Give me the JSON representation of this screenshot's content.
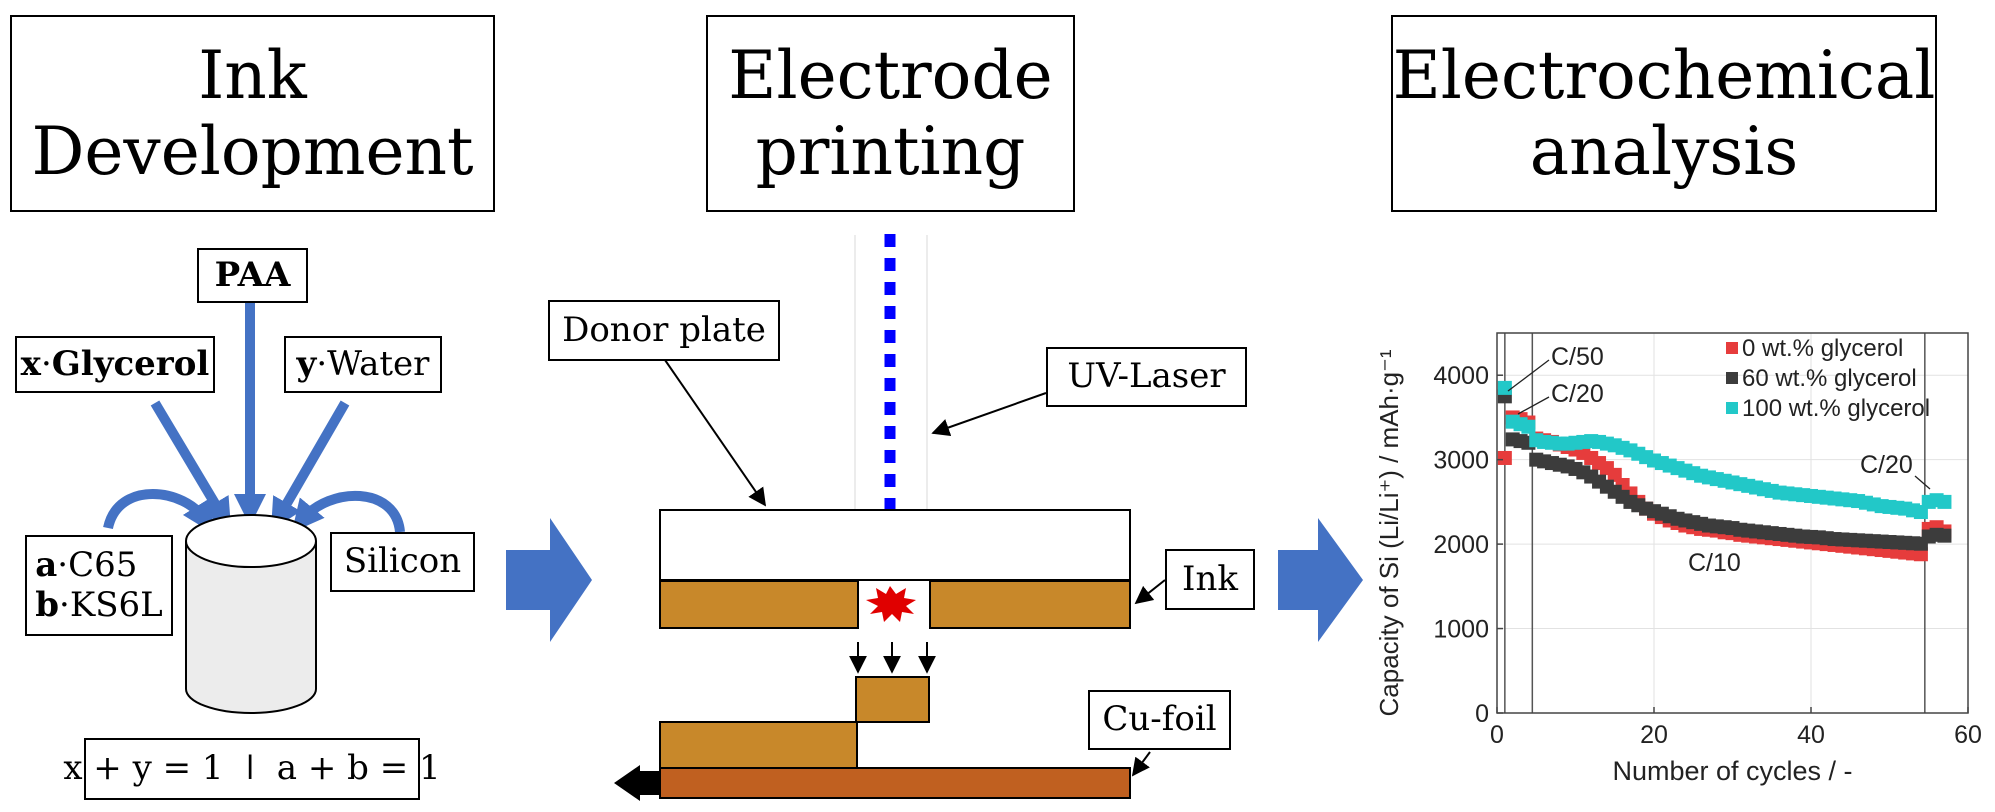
{
  "titles": {
    "ink_development": [
      "Ink",
      "Development"
    ],
    "electrode_printing": [
      "Electrode",
      "printing"
    ],
    "electrochemical_analysis": [
      "Electrochemical",
      "analysis"
    ]
  },
  "ink": {
    "paa": "PAA",
    "glycerol": {
      "var": "x",
      "dot": "·",
      "name": "Glycerol"
    },
    "water": {
      "var": "y",
      "dot": "·",
      "name": "Water"
    },
    "c65": {
      "var": "a",
      "dot": "·",
      "name": "C65"
    },
    "ks6l": {
      "var": "b",
      "dot": "·",
      "name": "KS6L"
    },
    "silicon": "Silicon",
    "equation": "x + y = 1  ǀ  a + b = 1"
  },
  "printing": {
    "donor_plate": "Donor plate",
    "uv_laser": "UV-Laser",
    "ink": "Ink",
    "cu_foil": "Cu-foil"
  },
  "colors": {
    "process_arrow": "#4472c4",
    "ink_fill": "#c8882a",
    "foil_fill": "#c06020",
    "laser": "#0000ff",
    "flash": "#e00000",
    "series_0": "#e63c3c",
    "series_60": "#3c3c3c",
    "series_100": "#22c8c8"
  },
  "chart_data": {
    "type": "scatter",
    "xlabel": "Number of cycles / -",
    "ylabel": "Capacity of Si (Li/Li⁺) / mAh·g⁻¹",
    "xlim": [
      0,
      60
    ],
    "ylim": [
      0,
      4500
    ],
    "xticks": [
      0,
      20,
      40,
      60
    ],
    "yticks": [
      0,
      1000,
      2000,
      3000,
      4000
    ],
    "grid": true,
    "legend": "top-right",
    "vlines": [
      1,
      4.5,
      54.5
    ],
    "annotations": [
      {
        "text": "C/50",
        "x": 1,
        "y": 3950
      },
      {
        "text": "C/20",
        "x": 4.5,
        "y": 3700
      },
      {
        "text": "C/10",
        "x": 29,
        "y": 1800
      },
      {
        "text": "C/20",
        "x": 54.5,
        "y": 2800
      }
    ],
    "series": [
      {
        "name": "0 wt.% glycerol",
        "color": "#e63c3c",
        "x": [
          1,
          2,
          3,
          4,
          5,
          6,
          7,
          8,
          9,
          10,
          11,
          12,
          13,
          14,
          15,
          16,
          17,
          18,
          19,
          20,
          21,
          22,
          23,
          24,
          25,
          26,
          27,
          28,
          29,
          30,
          31,
          32,
          33,
          34,
          35,
          36,
          37,
          38,
          39,
          40,
          41,
          42,
          43,
          44,
          45,
          46,
          47,
          48,
          49,
          50,
          51,
          52,
          53,
          54,
          55,
          56,
          57
        ],
        "y": [
          3020,
          3500,
          3480,
          3440,
          3250,
          3230,
          3210,
          3180,
          3150,
          3120,
          3080,
          3020,
          2960,
          2900,
          2820,
          2700,
          2600,
          2500,
          2420,
          2360,
          2320,
          2280,
          2250,
          2220,
          2200,
          2180,
          2170,
          2160,
          2140,
          2130,
          2110,
          2100,
          2090,
          2080,
          2070,
          2060,
          2050,
          2040,
          2030,
          2020,
          2010,
          2000,
          1990,
          1980,
          1970,
          1960,
          1950,
          1940,
          1930,
          1920,
          1910,
          1900,
          1890,
          1880,
          2180,
          2200,
          2150
        ]
      },
      {
        "name": "60 wt.% glycerol",
        "color": "#3c3c3c",
        "x": [
          1,
          2,
          3,
          4,
          5,
          6,
          7,
          8,
          9,
          10,
          11,
          12,
          13,
          14,
          15,
          16,
          17,
          18,
          19,
          20,
          21,
          22,
          23,
          24,
          25,
          26,
          27,
          28,
          29,
          30,
          31,
          32,
          33,
          34,
          35,
          36,
          37,
          38,
          39,
          40,
          41,
          42,
          43,
          44,
          45,
          46,
          47,
          48,
          49,
          50,
          51,
          52,
          53,
          54,
          55,
          56,
          57
        ],
        "y": [
          3750,
          3240,
          3220,
          3200,
          3000,
          2980,
          2960,
          2940,
          2920,
          2890,
          2850,
          2800,
          2740,
          2680,
          2620,
          2560,
          2500,
          2460,
          2420,
          2390,
          2360,
          2330,
          2300,
          2280,
          2260,
          2240,
          2220,
          2210,
          2200,
          2190,
          2170,
          2160,
          2150,
          2140,
          2130,
          2120,
          2110,
          2100,
          2090,
          2085,
          2080,
          2070,
          2060,
          2055,
          2050,
          2045,
          2040,
          2035,
          2030,
          2025,
          2020,
          2015,
          2010,
          2005,
          2090,
          2110,
          2100
        ]
      },
      {
        "name": "100 wt.% glycerol",
        "color": "#22c8c8",
        "x": [
          1,
          2,
          3,
          4,
          5,
          6,
          7,
          8,
          9,
          10,
          11,
          12,
          13,
          14,
          15,
          16,
          17,
          18,
          19,
          20,
          21,
          22,
          23,
          24,
          25,
          26,
          27,
          28,
          29,
          30,
          31,
          32,
          33,
          34,
          35,
          36,
          37,
          38,
          39,
          40,
          41,
          42,
          43,
          44,
          45,
          46,
          47,
          48,
          49,
          50,
          51,
          52,
          53,
          54,
          55,
          56,
          57
        ],
        "y": [
          3850,
          3450,
          3420,
          3390,
          3230,
          3210,
          3200,
          3190,
          3190,
          3200,
          3210,
          3220,
          3210,
          3190,
          3170,
          3140,
          3110,
          3070,
          3030,
          2990,
          2960,
          2930,
          2900,
          2870,
          2840,
          2810,
          2790,
          2770,
          2750,
          2730,
          2710,
          2690,
          2670,
          2650,
          2630,
          2610,
          2600,
          2590,
          2580,
          2570,
          2560,
          2550,
          2540,
          2530,
          2520,
          2510,
          2490,
          2470,
          2450,
          2440,
          2430,
          2420,
          2400,
          2380,
          2500,
          2520,
          2500
        ]
      }
    ]
  }
}
